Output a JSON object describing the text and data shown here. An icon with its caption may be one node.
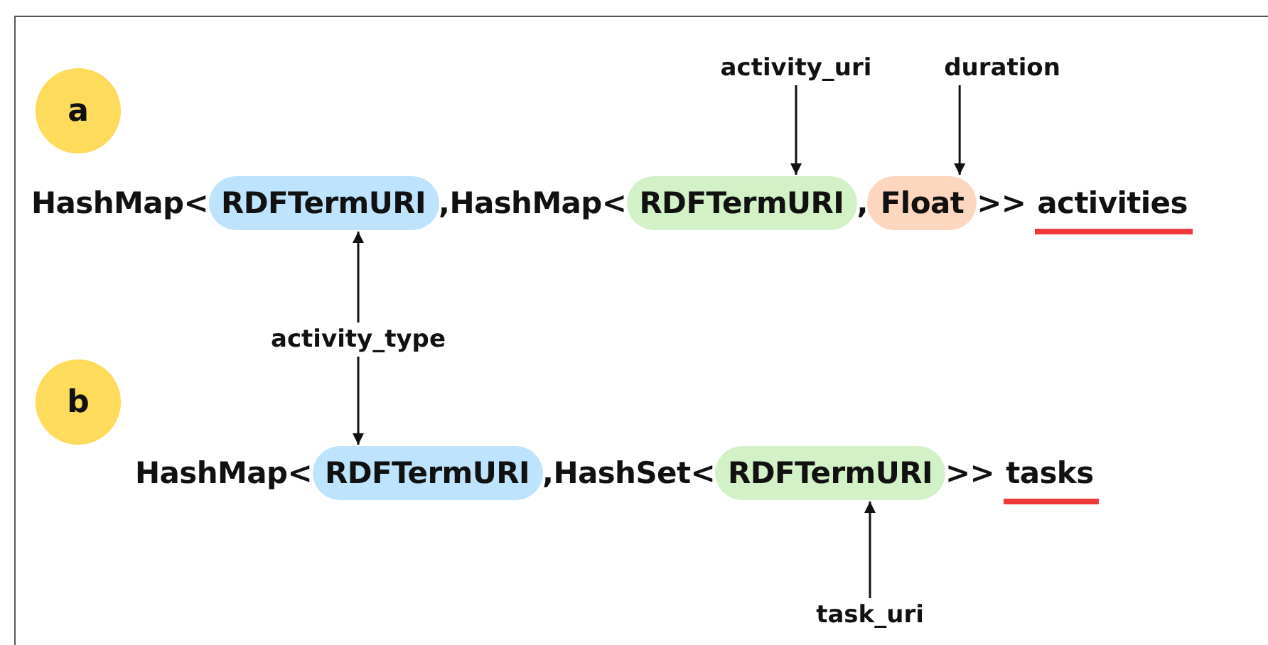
{
  "diagram": {
    "nodes": [
      {
        "text": [
          "a"
        ]
      },
      {
        "text": [
          "activity_uri"
        ]
      },
      {
        "text": [
          "duration"
        ]
      },
      {
        "text": [
          "RDFTermURI"
        ]
      },
      {
        "text": [
          "RDFTermURI"
        ]
      },
      {
        "text": [
          "Float"
        ]
      },
      {
        "text": [
          "activity_type"
        ]
      },
      {
        "text": [
          "b"
        ]
      },
      {
        "text": [
          "RDFTermURI"
        ]
      },
      {
        "text": [
          "RDFTermURI"
        ]
      },
      {
        "text": [
          "task_uri"
        ]
      }
    ],
    "edges": [
      {
        "from": 1,
        "to": 4,
        "arrow": "to"
      },
      {
        "from": 2,
        "to": 5,
        "arrow": "to"
      },
      {
        "from": 6,
        "to": 3,
        "arrow": "to"
      },
      {
        "from": 6,
        "to": 8,
        "arrow": "to"
      },
      {
        "from": 10,
        "to": 9,
        "arrow": "to"
      }
    ],
    "labels": [
      "HashMap<",
      ",HashMap<",
      ",",
      ">>",
      "activities",
      "HashMap<",
      ",HashSet<",
      ">>",
      "tasks"
    ]
  }
}
